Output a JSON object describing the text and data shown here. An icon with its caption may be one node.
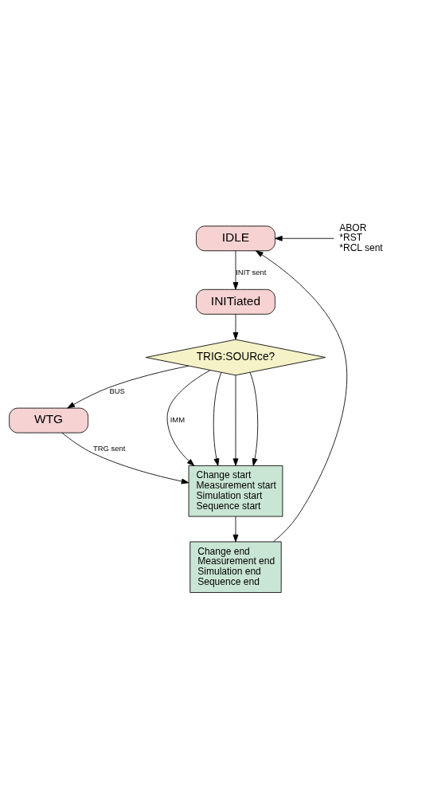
{
  "diagram": {
    "nodes": [
      {
        "text": [
          "IDLE"
        ]
      },
      {
        "text": [
          "ABOR",
          "*RST",
          "*RCL sent"
        ]
      },
      {
        "text": [
          "INITiated"
        ]
      },
      {
        "text": [
          "TRIG:SOURce?"
        ]
      },
      {
        "text": [
          "WTG"
        ]
      },
      {
        "text": [
          "Change start",
          "Measurement start",
          "Simulation start",
          "Sequence start"
        ]
      },
      {
        "text": [
          "Change end",
          "Measurement end",
          "Simulation end",
          "Sequence end"
        ]
      }
    ],
    "edges": [
      {
        "from": 1,
        "to": 0,
        "arrow": "to"
      },
      {
        "from": 0,
        "to": 2,
        "arrow": "to",
        "label": "INIT sent"
      },
      {
        "from": 2,
        "to": 3,
        "arrow": "to"
      },
      {
        "from": 3,
        "to": 4,
        "arrow": "to",
        "label": "BUS"
      },
      {
        "from": 4,
        "to": 5,
        "arrow": "to",
        "label": "TRG sent"
      },
      {
        "from": 3,
        "to": 5,
        "arrow": "to",
        "label": "IMM"
      },
      {
        "from": 3,
        "to": 5,
        "arrow": "to"
      },
      {
        "from": 3,
        "to": 5,
        "arrow": "to"
      },
      {
        "from": 3,
        "to": 5,
        "arrow": "to"
      },
      {
        "from": 5,
        "to": 6,
        "arrow": "to"
      },
      {
        "from": 6,
        "to": 0,
        "arrow": "to"
      }
    ]
  }
}
